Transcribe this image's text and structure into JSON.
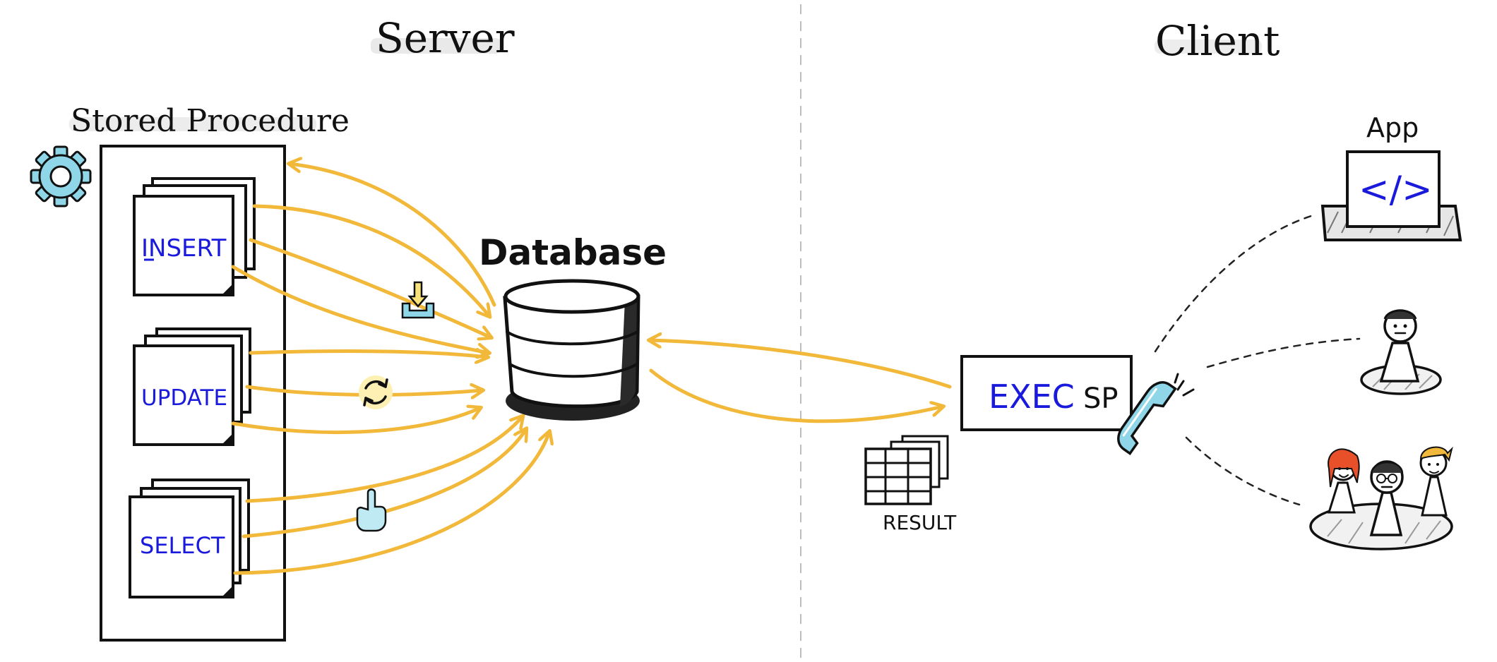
{
  "sections": {
    "server_title": "Server",
    "client_title": "Client"
  },
  "server": {
    "stored_procedure_label": "Stored Procedure",
    "database_label": "Database",
    "operations": [
      "INSERT",
      "UPDATE",
      "SELECT"
    ]
  },
  "client": {
    "exec_label_a": "EXEC",
    "exec_label_b": "SP",
    "result_label": "RESULT",
    "app_label": "App",
    "code_symbol": "</>"
  },
  "icons": {
    "gear": "gear-icon",
    "database": "database-cylinder-icon",
    "insert": "insert-tray-icon",
    "update": "refresh-icon",
    "select": "pointer-hand-icon",
    "phone": "phone-icon",
    "result": "result-table-icon",
    "laptop": "laptop-code-icon"
  },
  "colors": {
    "arrow": "#f2b83a",
    "accent_blue": "#1a1adc",
    "icon_cyan": "#7fd3e6",
    "ink": "#111111",
    "hair_red": "#e8502a",
    "hair_yellow": "#f2b83a"
  }
}
